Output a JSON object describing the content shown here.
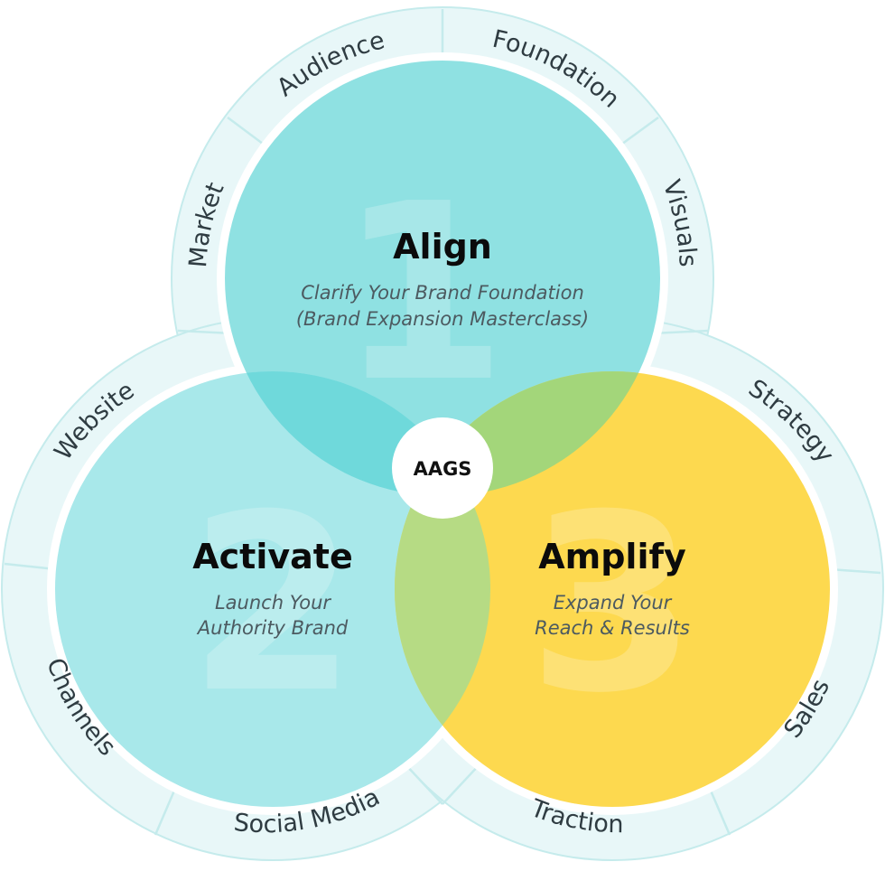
{
  "center_label": "AAGS",
  "stages": [
    {
      "number": "1",
      "title": "Align",
      "subtitle_line1": "Clarify Your Brand Foundation",
      "subtitle_line2": "(Brand Expansion Masterclass)",
      "color": "#8fe1e2"
    },
    {
      "number": "2",
      "title": "Activate",
      "subtitle_line1": "Launch Your",
      "subtitle_line2": "Authority Brand",
      "color": "#a8e8ea"
    },
    {
      "number": "3",
      "title": "Amplify",
      "subtitle_line1": "Expand Your",
      "subtitle_line2": "Reach & Results",
      "color": "#fdd94f"
    }
  ],
  "ring_labels": {
    "align": [
      "Market",
      "Audience",
      "Foundation",
      "Visuals"
    ],
    "activate": [
      "Website",
      "Channels",
      "Social Media"
    ],
    "amplify": [
      "Strategy",
      "Sales",
      "Traction"
    ]
  },
  "colors": {
    "ring_fill": "#e8f7f8",
    "ring_stroke": "#bfe8ea",
    "overlap_align_activate": "#6fd9db",
    "overlap_align_amplify": "#a3d67a",
    "overlap_activate_amplify": "#b6db84",
    "text_dark": "#0b0b0b",
    "text_sub": "#4c5a60"
  }
}
